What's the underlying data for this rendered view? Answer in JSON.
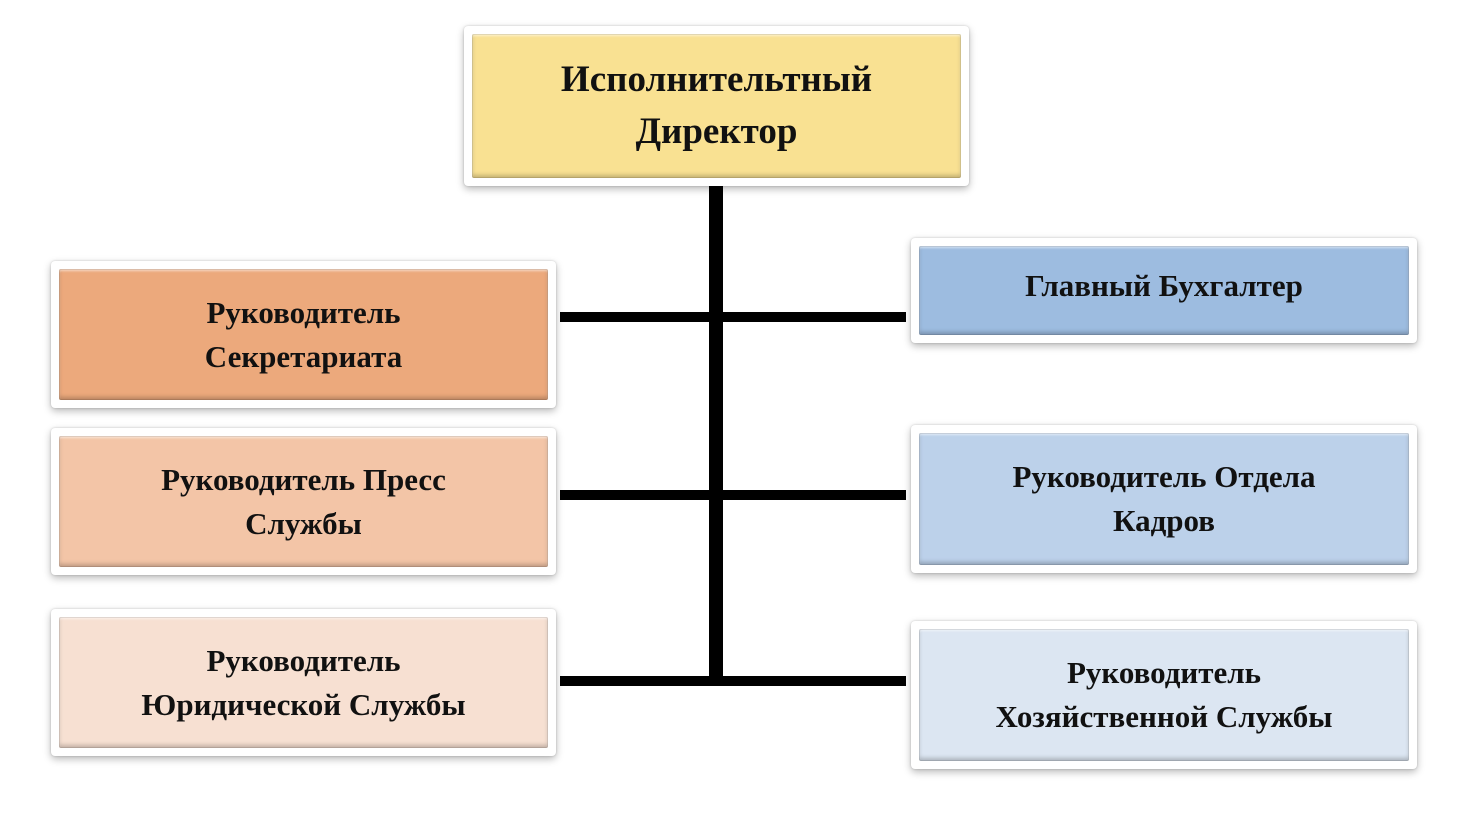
{
  "root": {
    "label": "Исполнительтный\nДиректор",
    "color": "#f9e192"
  },
  "left": [
    {
      "label": "Руководитель\nСекретариата",
      "color": "#eca97c"
    },
    {
      "label": "Руководитель Пресс\nСлужбы",
      "color": "#f3c5a7"
    },
    {
      "label": "Руководитель\nЮридической Службы",
      "color": "#f7e0d2"
    }
  ],
  "right": [
    {
      "label": "Главный Бухгалтер",
      "color": "#9dbce0"
    },
    {
      "label": "Руководитель Отдела\nКадров",
      "color": "#bcd1ea"
    },
    {
      "label": "Руководитель\nХозяйственной Службы",
      "color": "#dce6f2"
    }
  ],
  "connector_color": "#000000"
}
